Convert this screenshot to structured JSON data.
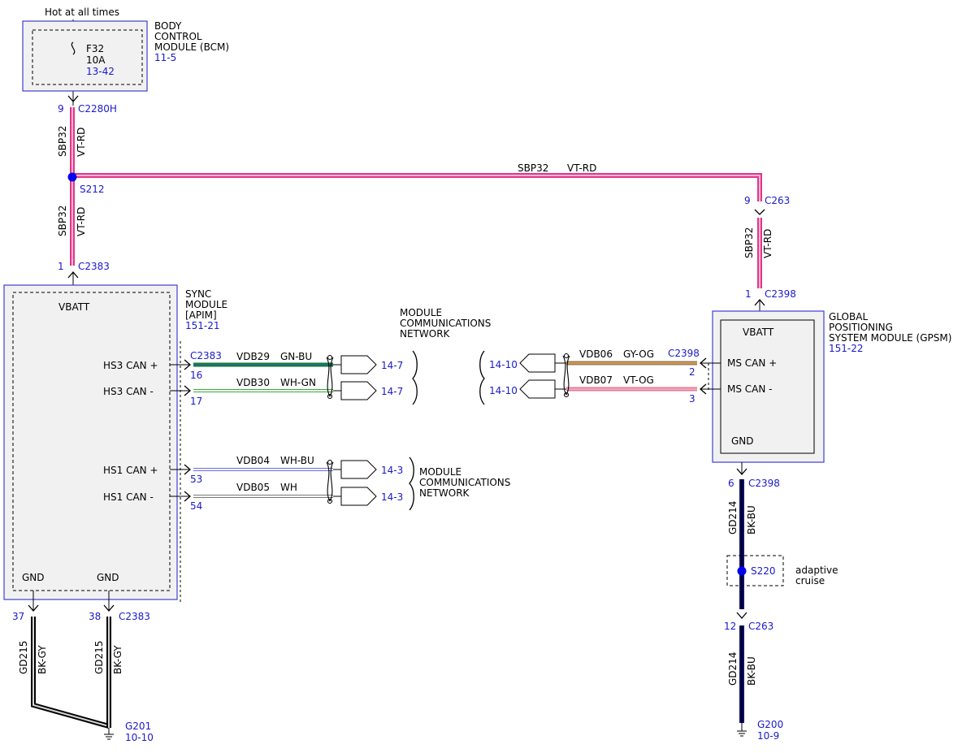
{
  "colors": {
    "blue_text": "#1a1acc",
    "box_border": "#4040d0",
    "box_fill": "#f1f1f1",
    "wire_vt_rd_outer": "#e0378a",
    "wire_vt_rd_inner": "#f7b6d4",
    "wire_gn_bu": "#0d7a3a",
    "wire_wh_gn": "#3aaa3a",
    "wire_wh_bu": "#6a6ad8",
    "wire_gy_og": "#9a7f5c",
    "wire_vt_og": "#e67a9a",
    "wire_bk_bu": "#0d0d7a",
    "splice": "#0000ee"
  },
  "power_label": "Hot at all times",
  "bcm": {
    "name_lines": [
      "BODY",
      "CONTROL",
      "MODULE (BCM)"
    ],
    "ref": "11-5",
    "fuse": "F32",
    "fuse_rating": "10A",
    "fuse_ref": "13-42"
  },
  "wires": {
    "bcm_to_s212": {
      "pin": "9",
      "connector": "C2280H",
      "circuit": "SBP32",
      "color": "VT-RD"
    },
    "s212_to_sync": {
      "circuit": "SBP32",
      "color": "VT-RD",
      "pin": "1",
      "connector": "C2383"
    },
    "s212_to_gpsm": {
      "circuit": "SBP32",
      "color": "VT-RD"
    },
    "c263_to_gpsm": {
      "pin_top": "9",
      "connector_top": "C263",
      "circuit": "SBP32",
      "color": "VT-RD",
      "pin_bottom": "1",
      "connector_bottom": "C2398"
    },
    "splice_s212": "S212"
  },
  "sync": {
    "name_lines": [
      "SYNC",
      "MODULE",
      "[APIM]"
    ],
    "ref": "151-21",
    "vbatt": "VBATT",
    "pins": [
      {
        "label": "HS3 CAN +",
        "connector": "C2383",
        "pin": "16",
        "circuit": "VDB29",
        "color": "GN-BU",
        "dest": "14-7"
      },
      {
        "label": "HS3 CAN -",
        "connector": "",
        "pin": "17",
        "circuit": "VDB30",
        "color": "WH-GN",
        "dest": "14-7"
      },
      {
        "label": "HS1 CAN +",
        "connector": "",
        "pin": "53",
        "circuit": "VDB04",
        "color": "WH-BU",
        "dest": "14-3"
      },
      {
        "label": "HS1 CAN -",
        "connector": "",
        "pin": "54",
        "circuit": "VDB05",
        "color": "WH",
        "dest": "14-3"
      }
    ],
    "gnd_left": "GND",
    "gnd_right": "GND",
    "gnd_pin_left": "37",
    "gnd_pin_right": "38",
    "gnd_connector": "C2383",
    "gnd_circuit": "GD215",
    "gnd_color": "BK-GY",
    "ground": "G201",
    "ground_ref": "10-10"
  },
  "network_top_lines": [
    "MODULE",
    "COMMUNICATIONS",
    "NETWORK"
  ],
  "network_bottom_lines": [
    "MODULE",
    "COMMUNICATIONS",
    "NETWORK"
  ],
  "gpsm": {
    "name_lines": [
      "GLOBAL",
      "POSITIONING",
      "SYSTEM MODULE (GPSM)"
    ],
    "ref": "151-22",
    "vbatt": "VBATT",
    "gnd": "GND",
    "pins": [
      {
        "label": "MS CAN +",
        "connector": "C2398",
        "pin": "2",
        "circuit": "VDB06",
        "color": "GY-OG",
        "dest": "14-10"
      },
      {
        "label": "MS CAN -",
        "connector": "",
        "pin": "3",
        "circuit": "VDB07",
        "color": "VT-OG",
        "dest": "14-10"
      }
    ],
    "gnd_pin": "6",
    "gnd_connector": "C2398",
    "gnd_circuit": "GD214",
    "gnd_color": "BK-BU",
    "splice": "S220",
    "splice_note_lines": [
      "adaptive",
      "cruise"
    ],
    "lower_pin": "12",
    "lower_connector": "C263",
    "lower_circuit": "GD214",
    "lower_color": "BK-BU",
    "ground": "G200",
    "ground_ref": "10-9"
  }
}
